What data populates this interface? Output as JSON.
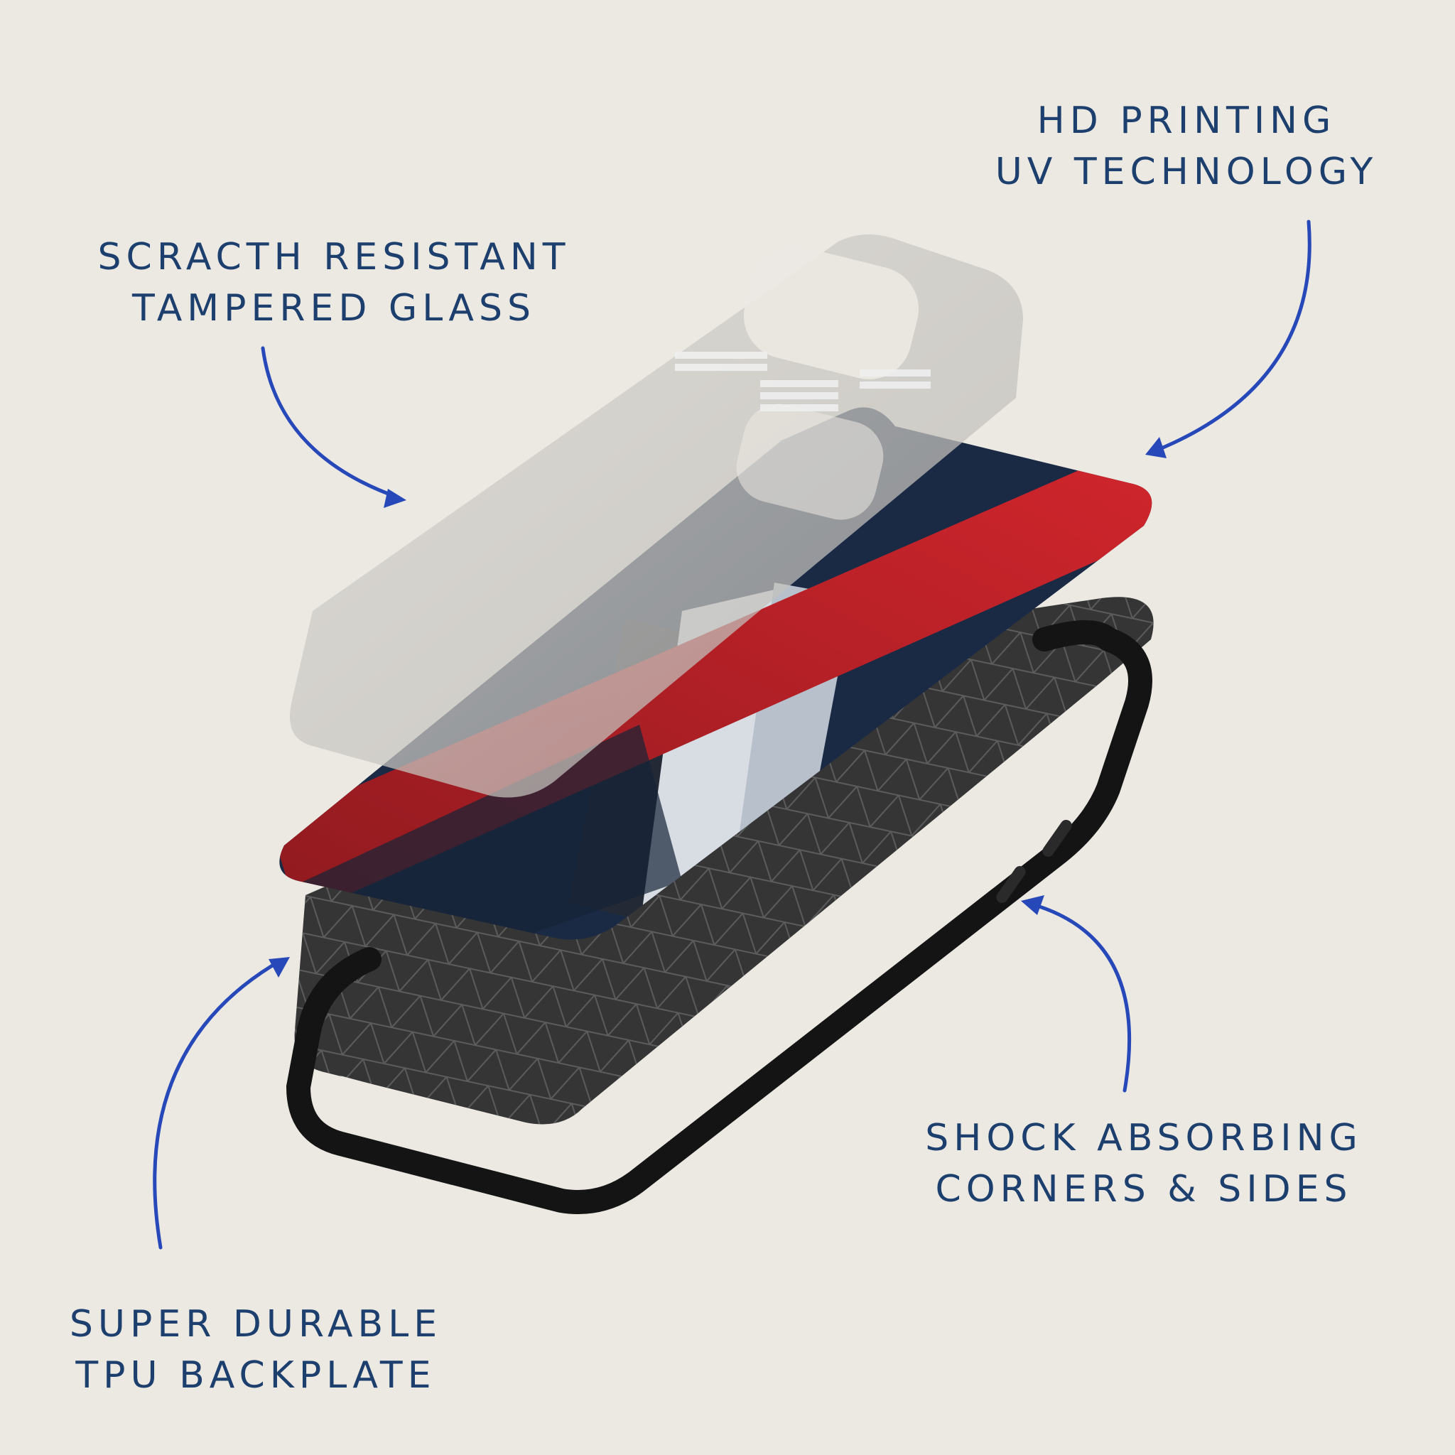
{
  "colors": {
    "background": "#ece9e3",
    "label_text": "#1d3f6e",
    "arrow": "#2748b8",
    "accent_red": "#c8222a",
    "navy": "#1b2a44",
    "frame": "#141414",
    "backplate": "#353535"
  },
  "labels": {
    "glass": {
      "line1": "SCRACTH RESISTANT",
      "line2": "TAMPERED GLASS"
    },
    "print": {
      "line1": "HD PRINTING",
      "line2": "UV TECHNOLOGY"
    },
    "shock": {
      "line1": "SHOCK ABSORBING",
      "line2": "CORNERS & SIDES"
    },
    "tpu": {
      "line1": "SUPER DURABLE",
      "line2": "TPU BACKPLATE"
    }
  },
  "icons": {
    "arrow": "curved-arrow-icon"
  }
}
